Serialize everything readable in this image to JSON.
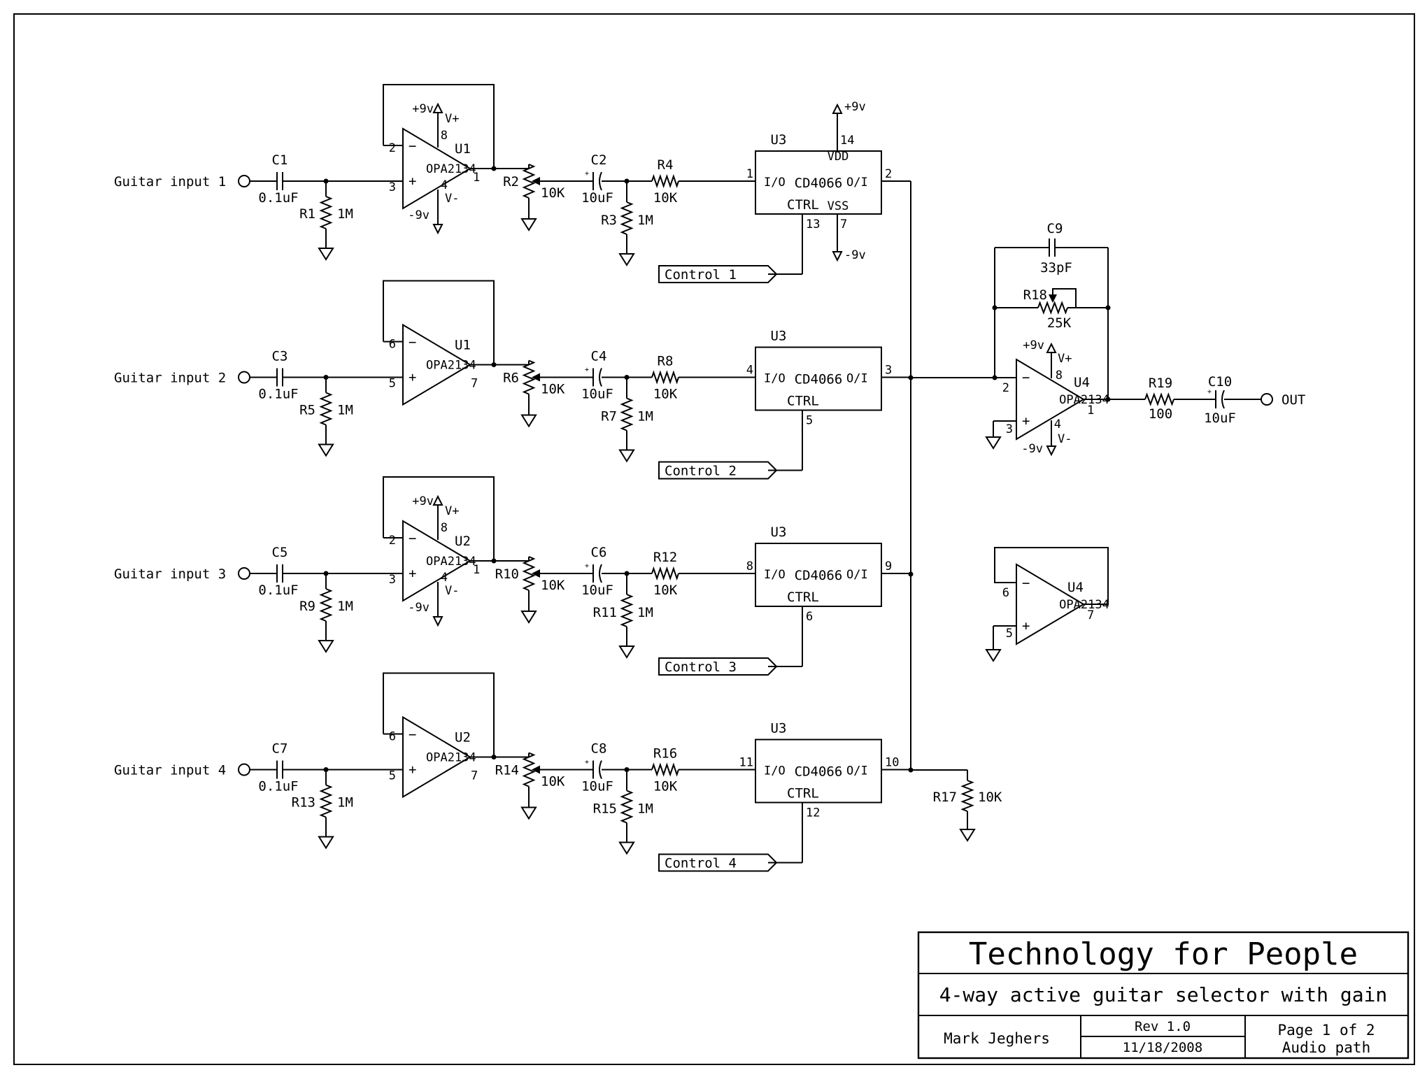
{
  "channels": [
    {
      "input_label": "Guitar input 1",
      "cap_in": "C1",
      "cap_in_val": "0.1uF",
      "r_in": "R1",
      "r_in_val": "1M",
      "amp_unit": "U1",
      "amp_part": "OPA2134",
      "pin_minus": "2",
      "pin_plus": "3",
      "pin_out": "1",
      "has_supply": true,
      "pin_vplus": "8",
      "pin_vminus": "4",
      "pot": "R2",
      "pot_val": "10K",
      "cap_out": "C2",
      "cap_out_val": "10uF",
      "r_bias": "R3",
      "r_bias_val": "1M",
      "r_series": "R4",
      "r_series_val": "10K",
      "sw_unit": "U3",
      "sw_part": "CD4066",
      "sw_in": "I/O",
      "sw_out": "O/I",
      "pin_sw_in": "1",
      "pin_sw_out": "2",
      "pin_ctrl": "13",
      "ctrl_label": "CTRL",
      "control": "Control 1",
      "has_vdd": true
    },
    {
      "input_label": "Guitar input 2",
      "cap_in": "C3",
      "cap_in_val": "0.1uF",
      "r_in": "R5",
      "r_in_val": "1M",
      "amp_unit": "U1",
      "amp_part": "OPA2134",
      "pin_minus": "6",
      "pin_plus": "5",
      "pin_out": "7",
      "has_supply": false,
      "pot": "R6",
      "pot_val": "10K",
      "cap_out": "C4",
      "cap_out_val": "10uF",
      "r_bias": "R7",
      "r_bias_val": "1M",
      "r_series": "R8",
      "r_series_val": "10K",
      "sw_unit": "U3",
      "sw_part": "CD4066",
      "sw_in": "I/O",
      "sw_out": "O/I",
      "pin_sw_in": "4",
      "pin_sw_out": "3",
      "pin_ctrl": "5",
      "ctrl_label": "CTRL",
      "control": "Control 2",
      "has_vdd": false
    },
    {
      "input_label": "Guitar input 3",
      "cap_in": "C5",
      "cap_in_val": "0.1uF",
      "r_in": "R9",
      "r_in_val": "1M",
      "amp_unit": "U2",
      "amp_part": "OPA2134",
      "pin_minus": "2",
      "pin_plus": "3",
      "pin_out": "1",
      "has_supply": true,
      "pin_vplus": "8",
      "pin_vminus": "4",
      "pot": "R10",
      "pot_val": "10K",
      "cap_out": "C6",
      "cap_out_val": "10uF",
      "r_bias": "R11",
      "r_bias_val": "1M",
      "r_series": "R12",
      "r_series_val": "10K",
      "sw_unit": "U3",
      "sw_part": "CD4066",
      "sw_in": "I/O",
      "sw_out": "O/I",
      "pin_sw_in": "8",
      "pin_sw_out": "9",
      "pin_ctrl": "6",
      "ctrl_label": "CTRL",
      "control": "Control 3",
      "has_vdd": false
    },
    {
      "input_label": "Guitar input 4",
      "cap_in": "C7",
      "cap_in_val": "0.1uF",
      "r_in": "R13",
      "r_in_val": "1M",
      "amp_unit": "U2",
      "amp_part": "OPA2134",
      "pin_minus": "6",
      "pin_plus": "5",
      "pin_out": "7",
      "has_supply": false,
      "pot": "R14",
      "pot_val": "10K",
      "cap_out": "C8",
      "cap_out_val": "10uF",
      "r_bias": "R15",
      "r_bias_val": "1M",
      "r_series": "R16",
      "r_series_val": "10K",
      "sw_unit": "U3",
      "sw_part": "CD4066",
      "sw_in": "I/O",
      "sw_out": "O/I",
      "pin_sw_in": "11",
      "pin_sw_out": "10",
      "pin_ctrl": "12",
      "ctrl_label": "CTRL",
      "control": "Control 4",
      "has_vdd": false
    }
  ],
  "supply": {
    "pos": "+9v",
    "neg": "-9v",
    "vplus": "V+",
    "vminus": "V-",
    "vdd": "VDD",
    "vss": "VSS",
    "pin_vdd": "14",
    "pin_vss": "7"
  },
  "mixer": {
    "c9": "C9",
    "c9_val": "33pF",
    "r18": "R18",
    "r18_val": "25K",
    "amp_unit": "U4",
    "amp_part": "OPA2134",
    "pin_minus": "2",
    "pin_plus": "3",
    "pin_out": "1",
    "pin_vplus": "8",
    "pin_vminus": "4",
    "r19": "R19",
    "r19_val": "100",
    "c10": "C10",
    "c10_val": "10uF",
    "out_label": "OUT",
    "r17": "R17",
    "r17_val": "10K"
  },
  "spare": {
    "amp_unit": "U4",
    "amp_part": "OPA2134",
    "pin_minus": "6",
    "pin_plus": "5",
    "pin_out": "7"
  },
  "title_block": {
    "company": "Technology for People",
    "title": "4-way active guitar selector with gain",
    "author": "Mark Jeghers",
    "rev": "Rev 1.0",
    "date": "11/18/2008",
    "page": "Page 1 of 2",
    "sheet_name": "Audio path"
  }
}
